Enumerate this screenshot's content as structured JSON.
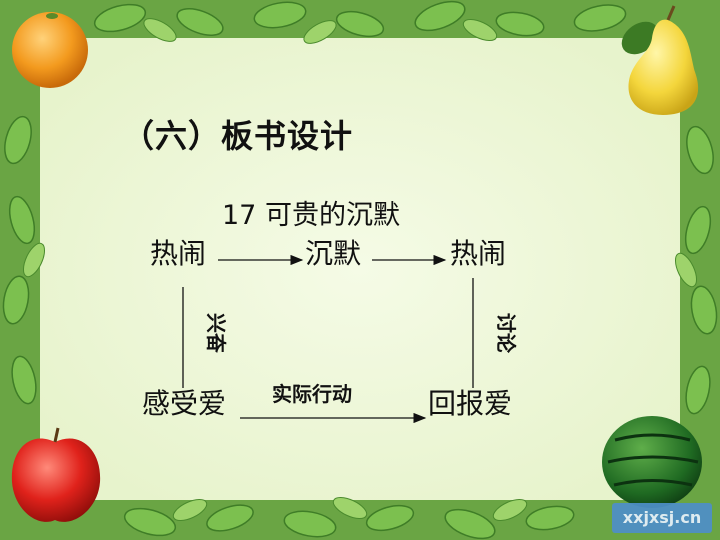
{
  "slide": {
    "title": "（六）板书设计",
    "heading": "17  可贵的沉默",
    "words": {
      "renao_left": "热闹",
      "chenmo": "沉默",
      "renao_right": "热闹",
      "gan_shou_ai": "感受爱",
      "hui_bao_ai": "回报爱"
    },
    "connectors": {
      "xingfen": "兴奋",
      "taolun": "讨论",
      "shiji_xingdong": "实际行动"
    },
    "watermark": "xxjxsj.cn"
  },
  "colors": {
    "background": "#eef7d8",
    "border_leaf": "#5f9a3a",
    "text": "#111111",
    "watermark_bg": "#4e8fc9"
  },
  "decorations": [
    "orange-icon",
    "pear-icon",
    "apple-icon",
    "watermelon-icon",
    "leaf-border"
  ]
}
